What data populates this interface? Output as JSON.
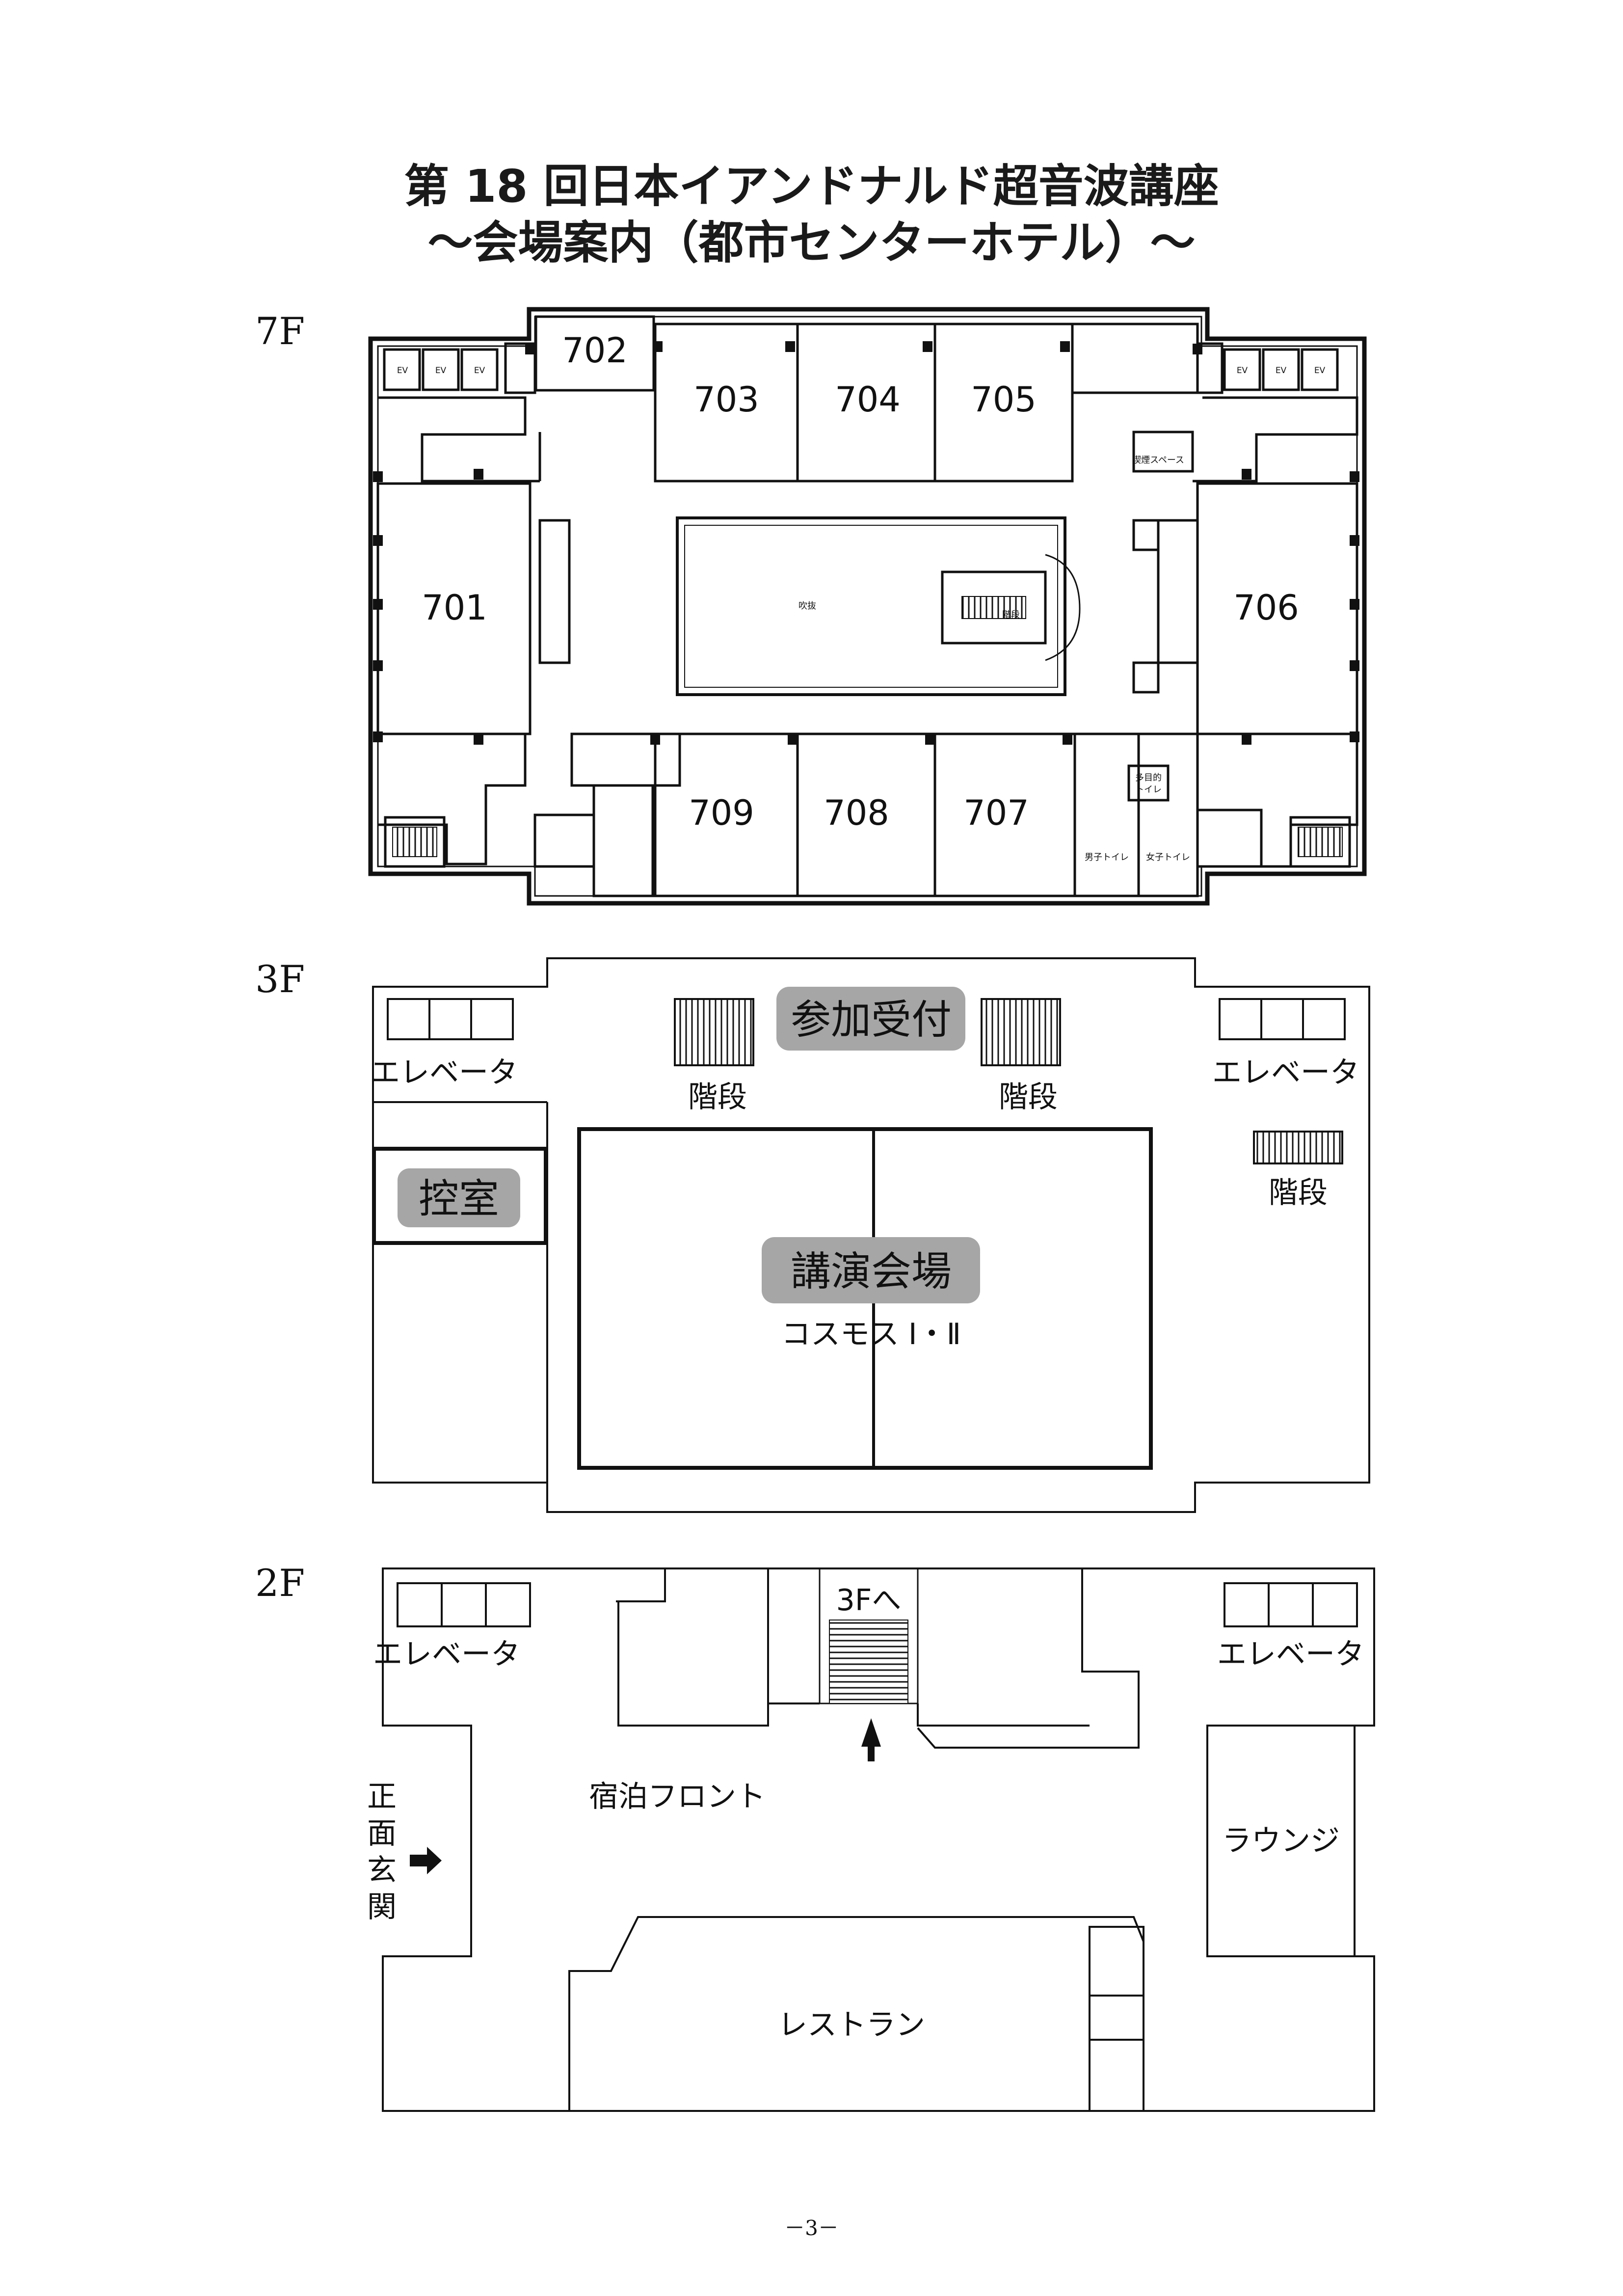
{
  "header": {
    "title_line1": "第 18 回日本イアンドナルド超音波講座",
    "title_line2": "～会場案内（都市センターホテル）～"
  },
  "floors": {
    "f7": {
      "label": "7F",
      "rooms": [
        "701",
        "702",
        "703",
        "704",
        "705",
        "706",
        "707",
        "708",
        "709"
      ],
      "ev": "EV",
      "atrium": "吹抜",
      "stairs": "階段",
      "smoking": "喫煙スペース",
      "multi_toilet_1": "多目的",
      "multi_toilet_2": "トイレ",
      "mens": "男子トイレ",
      "womens": "女子トイレ"
    },
    "f3": {
      "label": "3F",
      "reception": "参加受付",
      "elevator": "エレベータ",
      "stairs": "階段",
      "waiting_room": "控室",
      "hall": "講演会場",
      "hall_name": "コスモス Ⅰ・Ⅱ"
    },
    "f2": {
      "label": "2F",
      "elevator": "エレベータ",
      "to3f": "3Fへ",
      "front_desk": "宿泊フロント",
      "entrance": [
        "正",
        "面",
        "玄",
        "関"
      ],
      "lounge": "ラウンジ",
      "restaurant": "レストラン"
    }
  },
  "footer": {
    "page": "－3－"
  }
}
